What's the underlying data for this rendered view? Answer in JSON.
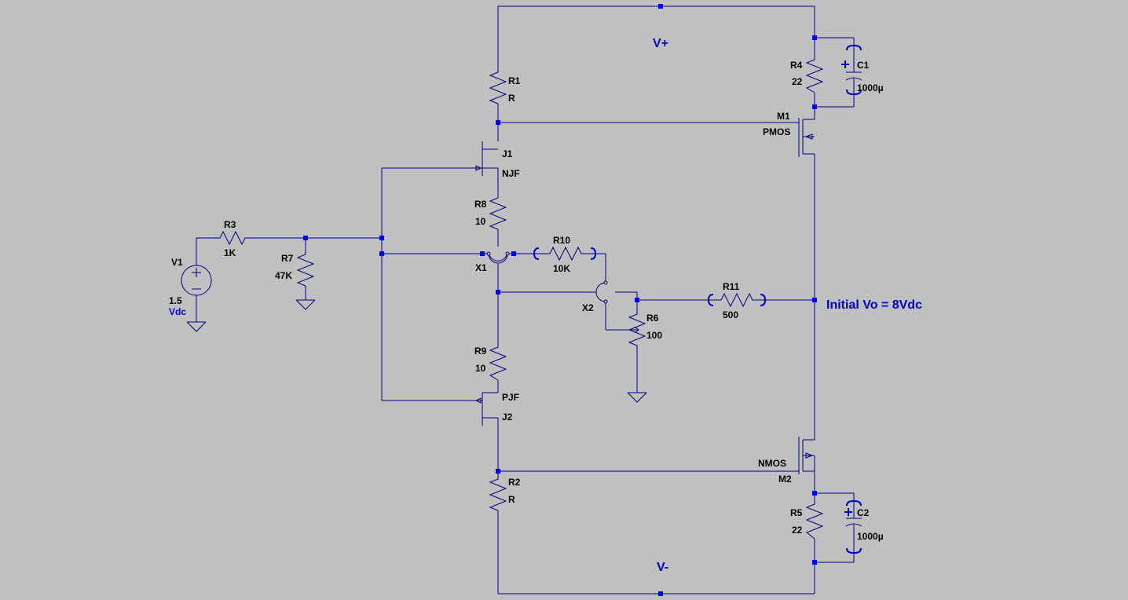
{
  "colors": {
    "background": "#c0c0c0",
    "wire": "#000080",
    "node": "#0000ff",
    "net_label": "#0000c8",
    "text": "#000000"
  },
  "net_labels": {
    "vplus": "V+",
    "vminus": "V-",
    "output": "Initial Vo = 8Vdc"
  },
  "components": {
    "R1": {
      "name": "R1",
      "value": "R"
    },
    "R2": {
      "name": "R2",
      "value": "R"
    },
    "R3": {
      "name": "R3",
      "value": "1K"
    },
    "R4": {
      "name": "R4",
      "value": "22"
    },
    "R5": {
      "name": "R5",
      "value": "22"
    },
    "R6": {
      "name": "R6",
      "value": "100"
    },
    "R7": {
      "name": "R7",
      "value": "47K"
    },
    "R8": {
      "name": "R8",
      "value": "10"
    },
    "R9": {
      "name": "R9",
      "value": "10"
    },
    "R10": {
      "name": "R10",
      "value": "10K"
    },
    "R11": {
      "name": "R11",
      "value": "500"
    },
    "C1": {
      "name": "C1",
      "value": "1000µ"
    },
    "C2": {
      "name": "C2",
      "value": "1000µ"
    },
    "J1": {
      "name": "J1",
      "model": "NJF"
    },
    "J2": {
      "name": "J2",
      "model": "PJF"
    },
    "M1": {
      "name": "M1",
      "model": "PMOS"
    },
    "M2": {
      "name": "M2",
      "model": "NMOS"
    },
    "V1": {
      "name": "V1",
      "value": "1.5",
      "type": "Vdc"
    },
    "X1": {
      "name": "X1"
    },
    "X2": {
      "name": "X2"
    }
  }
}
